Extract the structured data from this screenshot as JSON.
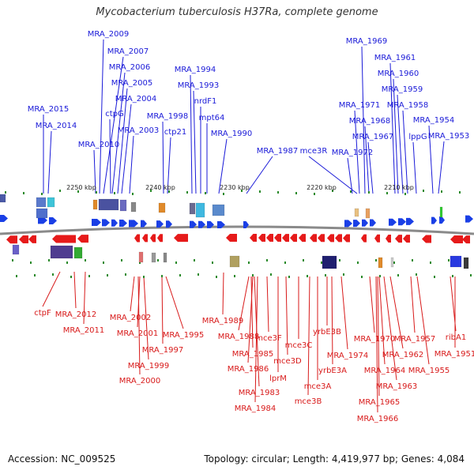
{
  "title": "Mycobacterium tuberculosis H37Ra, complete genome",
  "footer": {
    "accession": "Accession: NC_009525",
    "summary": "Topology: circular; Length: 4,419,977 bp; Genes: 4,084"
  },
  "colors": {
    "forward_label": "#1a1ad8",
    "reverse_label": "#d81a1a",
    "forward_gene": "#1a3fe6",
    "reverse_gene": "#e61a1a",
    "backbone": "#8a8a8a",
    "tick": "#2a8a2a"
  },
  "scale_ticks": [
    "2250 kbp",
    "2240 kbp",
    "2230 kbp",
    "2220 kbp",
    "2210 kbp"
  ],
  "forward_labels": [
    "MRA_2009",
    "MRA_2007",
    "MRA_2006",
    "MRA_2005",
    "MRA_2004",
    "MRA_2003",
    "ctpG",
    "MRA_2010",
    "MRA_2015",
    "MRA_2014",
    "MRA_1998",
    "ctp21",
    "MRA_1994",
    "MRA_1993",
    "nrdF1",
    "mpt64",
    "MRA_1990",
    "MRA_1987",
    "mce3R",
    "MRA_1969",
    "MRA_1961",
    "MRA_1960",
    "MRA_1959",
    "MRA_1958",
    "MRA_1971",
    "MRA_1968",
    "MRA_1967",
    "MRA_1972",
    "MRA_1954",
    "lppG",
    "MRA_1953"
  ],
  "reverse_labels": [
    "ctpF",
    "MRA_2012",
    "MRA_2011",
    "MRA_2002",
    "MRA_2001",
    "MRA_1999",
    "MRA_2000",
    "MRA_1997",
    "MRA_1995",
    "MRA_1989",
    "MRA_1988",
    "MRA_1985",
    "MRA_1986",
    "mce3F",
    "MRA_1983",
    "MRA_1984",
    "lprM",
    "mce3D",
    "mce3C",
    "mce3A",
    "mce3B",
    "yrbE3B",
    "yrbE3A",
    "MRA_1974",
    "MRA_1970",
    "MRA_1962",
    "MRA_1964",
    "MRA_1963",
    "MRA_1965",
    "MRA_1966",
    "MRA_1957",
    "MRA_1955",
    "ribA1",
    "MRA_1951"
  ]
}
